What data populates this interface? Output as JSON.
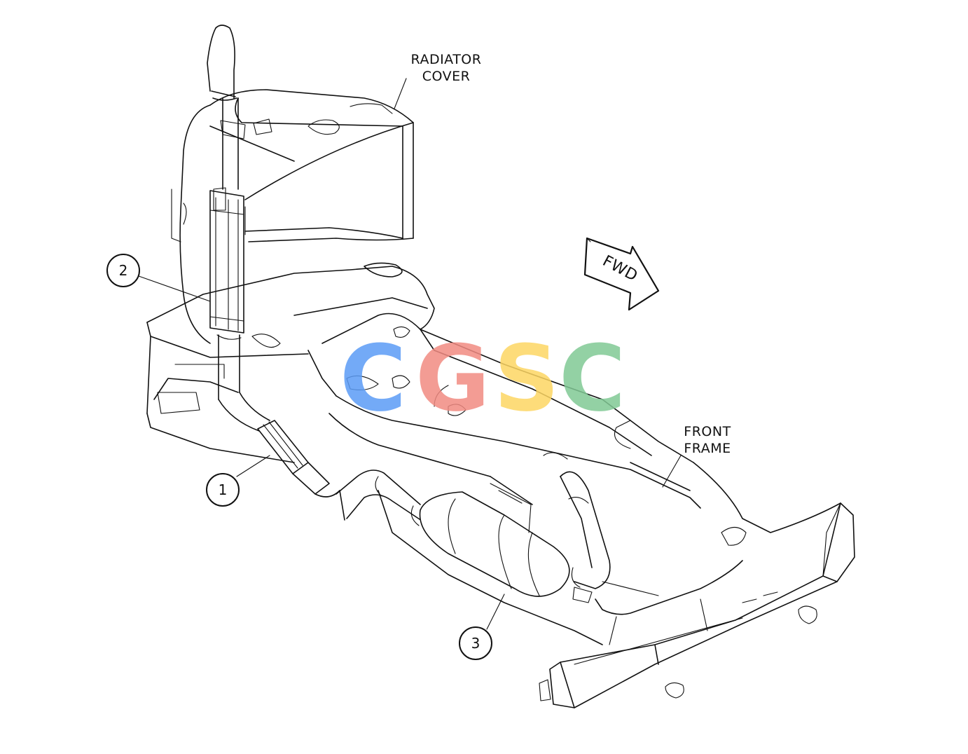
{
  "labels": {
    "radiator_cover": [
      "RADIATOR",
      "COVER"
    ],
    "front_frame": [
      "FRONT",
      "FRAME"
    ],
    "fwd": "FWD"
  },
  "callouts": [
    "1",
    "2",
    "3"
  ],
  "watermark": {
    "letters": [
      "C",
      "G",
      "S",
      "C"
    ],
    "colors": [
      "#5b9cf6",
      "#f28b82",
      "#fdd663",
      "#81c995"
    ]
  },
  "colors": {
    "line": "#111111",
    "background": "#ffffff"
  }
}
